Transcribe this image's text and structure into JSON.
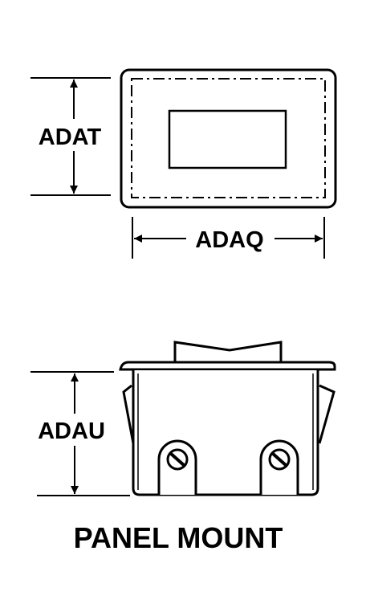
{
  "dimensions": {
    "height_top": "ADAT",
    "width_top": "ADAQ",
    "height_side": "ADAU"
  },
  "caption": "PANEL MOUNT",
  "colors": {
    "ink": "#000000",
    "paper": "#ffffff"
  }
}
